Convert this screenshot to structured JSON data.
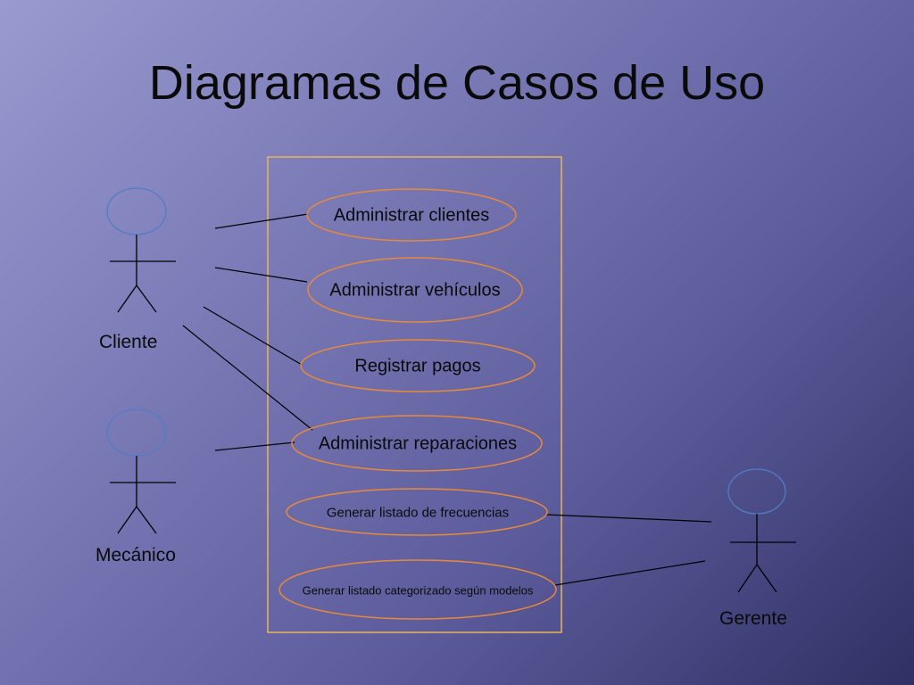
{
  "title": "Diagramas de Casos de Uso",
  "colors": {
    "background_start": "#9a9ad0",
    "background_end": "#303064",
    "system_border": "#e6b65a",
    "use_case_border": "#e8893a",
    "actor_head_border": "#4f7dc8",
    "line": "#000000"
  },
  "actors": [
    {
      "id": "cliente",
      "label": "Cliente"
    },
    {
      "id": "mecanico",
      "label": "Mecánico"
    },
    {
      "id": "gerente",
      "label": "Gerente"
    }
  ],
  "use_cases": [
    {
      "id": "uc1",
      "label": "Administrar clientes"
    },
    {
      "id": "uc2",
      "label": "Administrar vehículos"
    },
    {
      "id": "uc3",
      "label": "Registrar pagos"
    },
    {
      "id": "uc4",
      "label": "Administrar reparaciones"
    },
    {
      "id": "uc5",
      "label": "Generar listado de frecuencias"
    },
    {
      "id": "uc6",
      "label": "Generar listado categorizado según modelos"
    }
  ],
  "associations": [
    {
      "actor": "cliente",
      "use_case": "uc1"
    },
    {
      "actor": "cliente",
      "use_case": "uc2"
    },
    {
      "actor": "cliente",
      "use_case": "uc3"
    },
    {
      "actor": "cliente",
      "use_case": "uc4"
    },
    {
      "actor": "mecanico",
      "use_case": "uc4"
    },
    {
      "actor": "gerente",
      "use_case": "uc5"
    },
    {
      "actor": "gerente",
      "use_case": "uc6"
    }
  ]
}
